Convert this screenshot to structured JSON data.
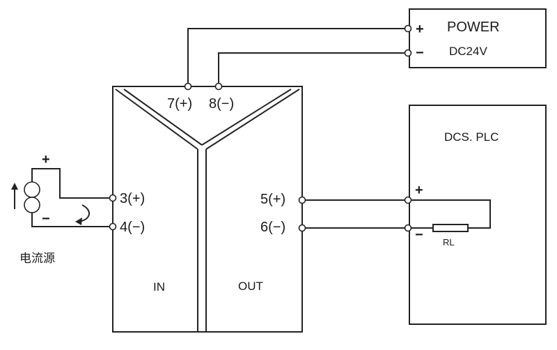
{
  "power": {
    "title": "POWER",
    "voltage": "DC24V",
    "plus": "+",
    "minus": "−"
  },
  "module": {
    "supply_pos": "7(+)",
    "supply_neg": "8(−)",
    "in_pos": "3(+)",
    "in_neg": "4(−)",
    "out_pos": "5(+)",
    "out_neg": "6(−)",
    "in_label": "IN",
    "out_label": "OUT"
  },
  "source": {
    "plus": "+",
    "minus": "−",
    "label": "电流源"
  },
  "dcs": {
    "title": "DCS. PLC",
    "plus": "+",
    "minus": "−",
    "resistor": "RL"
  }
}
